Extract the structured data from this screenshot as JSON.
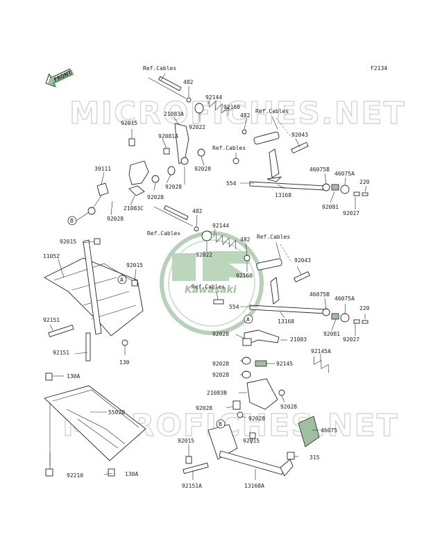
{
  "figure_code": "F2134",
  "front_label": "FRONT",
  "watermark": "MICROFICHES.NET",
  "logo_text": "Kawasaki",
  "labels": {
    "ref_cables_1": "Ref.Cables",
    "ref_cables_2": "Ref.Cables",
    "ref_cables_3": "Ref.Cables",
    "ref_cables_4": "Ref.Cables",
    "ref_cables_5": "Ref.Cables",
    "ref_cables_6": "Ref.Cables",
    "p482_a": "482",
    "p482_b": "482",
    "p482_c": "482",
    "p482_d": "482",
    "p92144_a": "92144",
    "p92144_b": "92144",
    "p92160_a": "92160",
    "p92160_b": "92160",
    "p92022_a": "92022",
    "p92022_b": "92022",
    "p21083A": "21083A",
    "p92015_a": "92015",
    "p92015_b": "92015",
    "p92015_c": "92015",
    "p92015_d": "92015",
    "p92015_e": "92015",
    "p92081A": "92081A",
    "p92043_a": "92043",
    "p92043_b": "92043",
    "p92028_a": "92028",
    "p92028_b": "92028",
    "p92028_c": "92028",
    "p92028_d": "92028",
    "p92028_e": "92028",
    "p92028_f": "92028",
    "p92028_g": "92028",
    "p92028_h": "92028",
    "p92028_i": "92028",
    "p39111": "39111",
    "p46075B_a": "46075B",
    "p46075B_b": "46075B",
    "p46075A_a": "46075A",
    "p46075A_b": "46075A",
    "p220_a": "220",
    "p220_b": "220",
    "p554_a": "554",
    "p554_b": "554",
    "p13168": "13168",
    "p13168_b": "13168",
    "p92081_a": "92081",
    "p92081_b": "92081",
    "p92027_a": "92027",
    "p92027_b": "92027",
    "p21083C": "21083C",
    "p11052": "11052",
    "p92151_a": "92151",
    "p92151_b": "92151",
    "p130": "130",
    "p21083": "21083",
    "p92145": "92145",
    "p92145A": "92145A",
    "p130A_a": "130A",
    "p130A_b": "130A",
    "p55020": "55020",
    "p21083B": "21083B",
    "p46075": "46075",
    "p315": "315",
    "p92210": "92210",
    "p92151A": "92151A",
    "p13168A": "13168A",
    "circle_A_1": "A",
    "circle_A_2": "A",
    "circle_B_1": "B",
    "circle_B_2": "B"
  },
  "colors": {
    "line": "#222222",
    "part_fill": "#9fbf9f",
    "logo_green": "#5a9a5a",
    "watermark": "#cfd8cf"
  }
}
